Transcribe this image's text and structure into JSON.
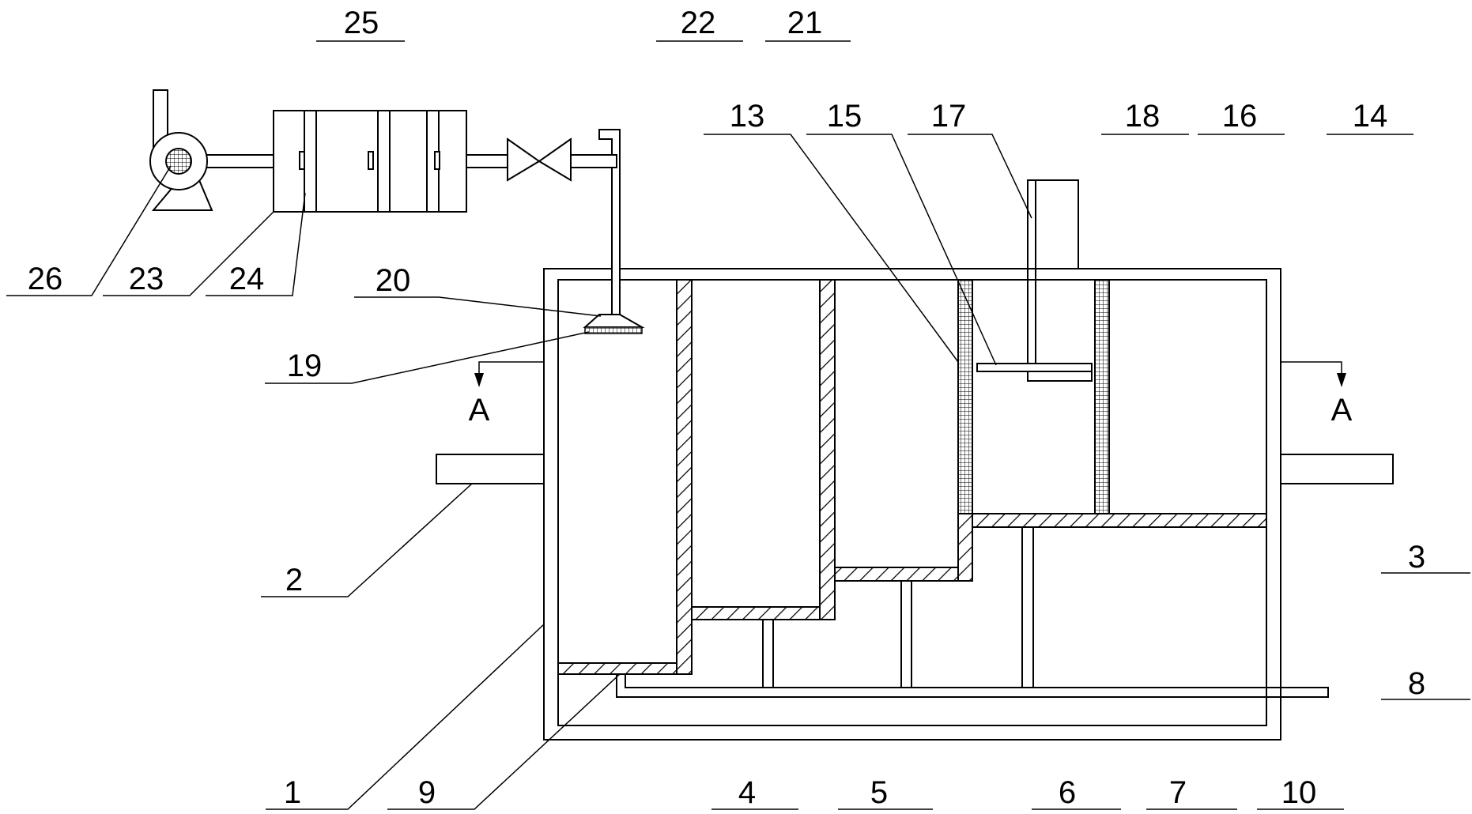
{
  "labels": {
    "l1": "1",
    "l2": "2",
    "l3": "3",
    "l4": "4",
    "l5": "5",
    "l6": "6",
    "l7": "7",
    "l8": "8",
    "l9": "9",
    "l10": "10",
    "l13": "13",
    "l14": "14",
    "l15": "15",
    "l16": "16",
    "l17": "17",
    "l18": "18",
    "l19": "19",
    "l20": "20",
    "l21": "21",
    "l22": "22",
    "l23": "23",
    "l24": "24",
    "l25": "25",
    "l26": "26",
    "section_left": "A",
    "section_right": "A"
  },
  "colors": {
    "line": "#000000",
    "background": "#ffffff"
  }
}
